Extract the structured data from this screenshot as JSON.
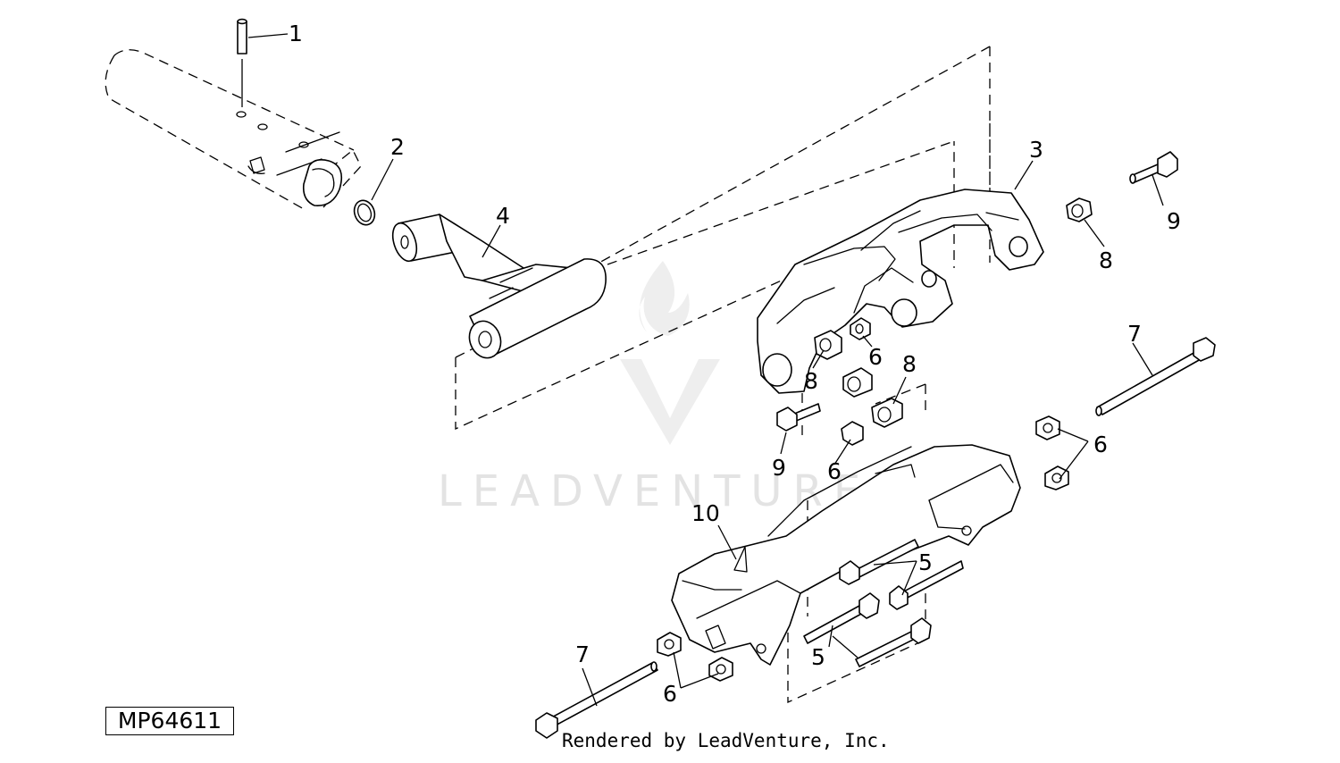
{
  "figure_id": "MP64611",
  "credit": "Rendered by LeadVenture, Inc.",
  "watermark": "LEADVENTURE",
  "callouts": {
    "c1": "1",
    "c2": "2",
    "c3": "3",
    "c4": "4",
    "c5a": "5",
    "c5b": "5",
    "c6a": "6",
    "c6b": "6",
    "c6c": "6",
    "c6d": "6",
    "c7a": "7",
    "c7b": "7",
    "c8a": "8",
    "c8b": "8",
    "c8c": "8",
    "c9a": "9",
    "c9b": "9",
    "c10": "10"
  }
}
